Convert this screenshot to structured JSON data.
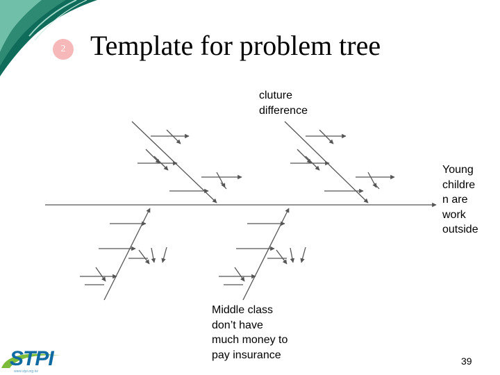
{
  "slide": {
    "badge_number": "2",
    "title": "Template for problem tree",
    "page_number": "39"
  },
  "diagram": {
    "type": "fishbone",
    "cause_top": "cluture\ndifference",
    "cause_bottom": "Middle class\ndon’t  have\nmuch money to\npay insurance",
    "effect": "Young\nchildre\nn are\nwork\noutside"
  },
  "logo": {
    "text": "STPI",
    "url": "www.stpi.org.tw"
  },
  "colors": {
    "banner_dark": "#0f6b5a",
    "banner_light": "#9fd8c8",
    "badge": "#f6b8b8",
    "line": "#555555",
    "logo_blue": "#0f6aa2"
  }
}
